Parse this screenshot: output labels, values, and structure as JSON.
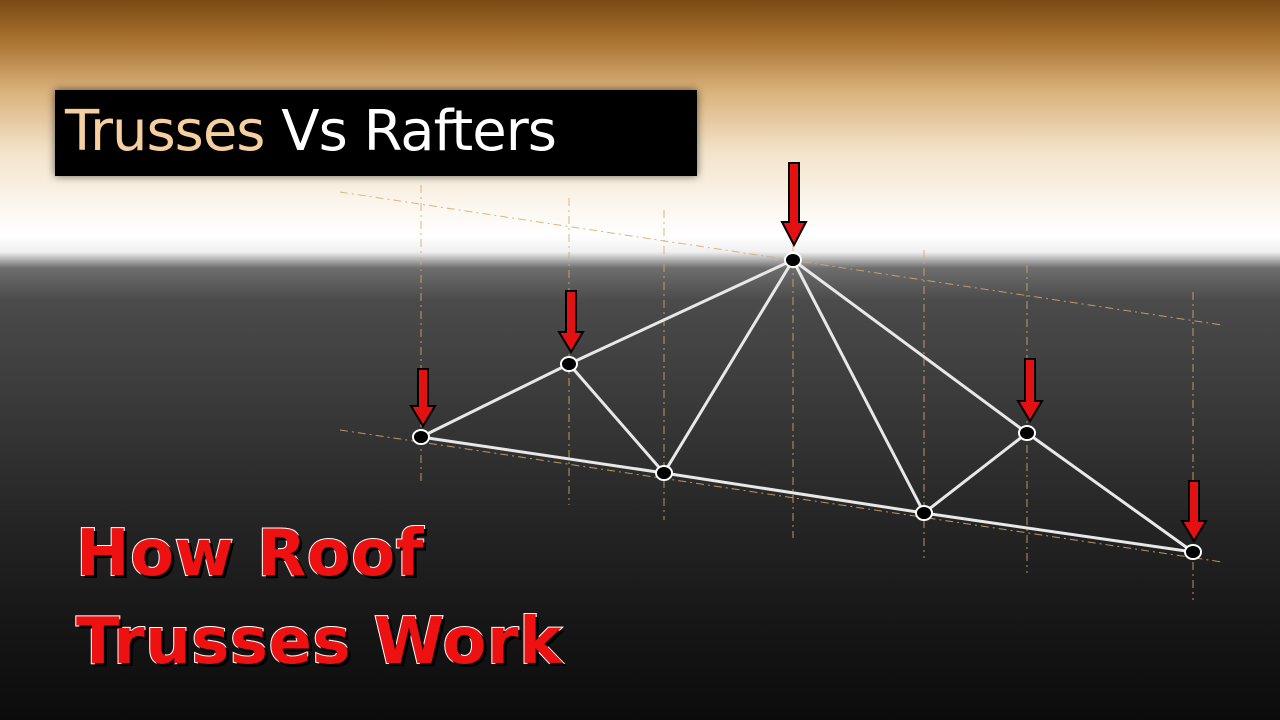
{
  "title": {
    "word1": "Trusses",
    "word2": "Vs Rafters",
    "box_color": "#000000",
    "word1_color": "#f6cfa0",
    "word2_color": "#ffffff"
  },
  "headline": {
    "line1": "How Roof",
    "line2": "Trusses Work",
    "color": "#ee1111",
    "outline_color": "#ffffff"
  },
  "diagram": {
    "subject": "roof truss",
    "load_arrow_count": 5,
    "joint_count": 7,
    "member_color": "#e8e8e8",
    "arrow_color": "#e31111",
    "guide_line_color": "#d9a868",
    "joint_color": "#000000"
  }
}
